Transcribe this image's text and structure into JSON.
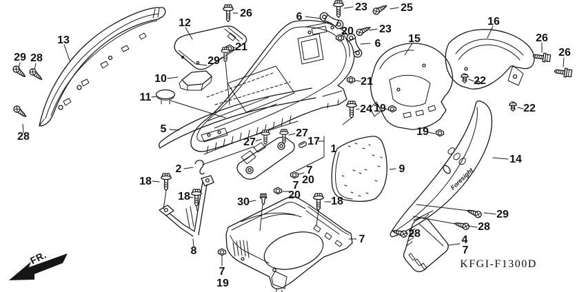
{
  "diagram": {
    "code": "KFGI-F1300D",
    "fr_label": "FR.",
    "brand_script": "Foresight"
  },
  "labels": {
    "1": "1",
    "2": "2",
    "4": "4",
    "5": "5",
    "6": "6",
    "7": "7",
    "8": "8",
    "9": "9",
    "10": "10",
    "11": "11",
    "12": "12",
    "13": "13",
    "14": "14",
    "15": "15",
    "16": "16",
    "17": "17",
    "18": "18",
    "19": "19",
    "20": "20",
    "21": "21",
    "22": "22",
    "23": "23",
    "24": "24",
    "25": "25",
    "26": "26",
    "27": "27",
    "28": "28",
    "29": "29",
    "30": "30"
  },
  "colors": {
    "line": "#161616",
    "background": "#ffffff"
  }
}
